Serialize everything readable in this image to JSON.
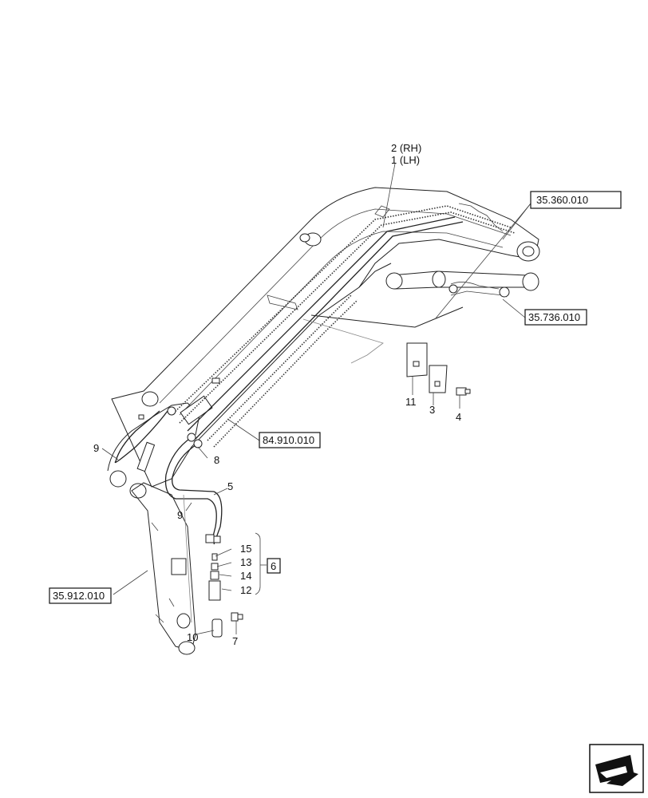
{
  "callouts": {
    "c2": "2 (RH)",
    "c1": "1 (LH)",
    "c3": "3",
    "c4": "4",
    "c5": "5",
    "c6": "6",
    "c7": "7",
    "c8": "8",
    "c9a": "9",
    "c9b": "9",
    "c10": "10",
    "c11": "11",
    "c12": "12",
    "c13": "13",
    "c14": "14",
    "c15": "15"
  },
  "references": {
    "r1": "35.360.010",
    "r2": "35.736.010",
    "r3": "84.910.010",
    "r4": "35.912.010"
  },
  "icons": {
    "nav": "next-page-arrow-icon"
  }
}
